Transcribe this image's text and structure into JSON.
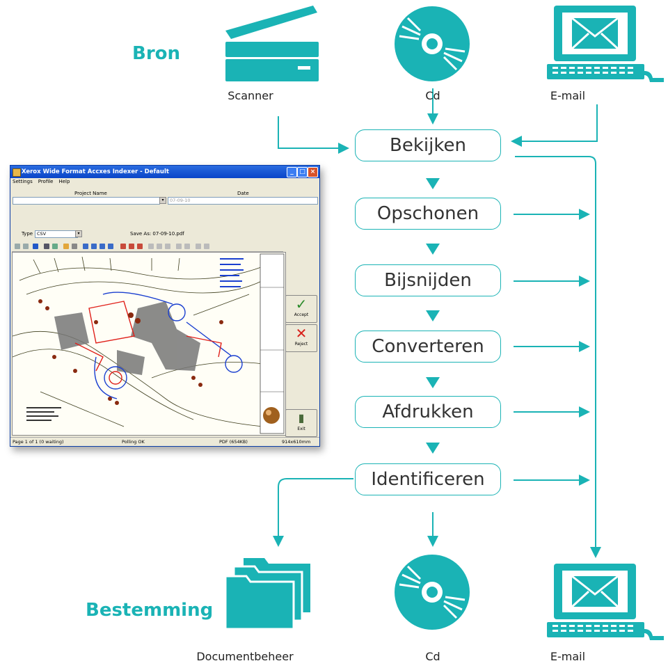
{
  "labels": {
    "source": "Bron",
    "destination": "Bestemming"
  },
  "sources": [
    {
      "icon": "scanner-icon",
      "caption": "Scanner"
    },
    {
      "icon": "cd-icon",
      "caption": "Cd"
    },
    {
      "icon": "laptop-email-icon",
      "caption": "E-mail"
    }
  ],
  "steps": [
    "Bekijken",
    "Opschonen",
    "Bijsnijden",
    "Converteren",
    "Afdrukken",
    "Identificeren"
  ],
  "destinations": [
    {
      "icon": "folders-icon",
      "caption": "Documentbeheer"
    },
    {
      "icon": "cd-icon",
      "caption": "Cd"
    },
    {
      "icon": "laptop-email-icon",
      "caption": "E-mail"
    }
  ],
  "colors": {
    "accent": "#1ab3b5"
  },
  "window": {
    "title": "Xerox Wide Format Accxes Indexer - Default",
    "menu": [
      "Settings",
      "Profile",
      "Help"
    ],
    "project_name_label": "Project Name",
    "date_label": "Date",
    "date_value": "07-09-10",
    "type_label": "Type",
    "type_value": "CSV",
    "save_as": "Save As: 07-09-10.pdf",
    "accept": "Accept",
    "reject": "Reject",
    "exit": "Exit",
    "status": [
      "Page 1 of 1 (0 waiting)",
      "Polling OK",
      "PDF (654KB)",
      "914x610mm"
    ]
  }
}
